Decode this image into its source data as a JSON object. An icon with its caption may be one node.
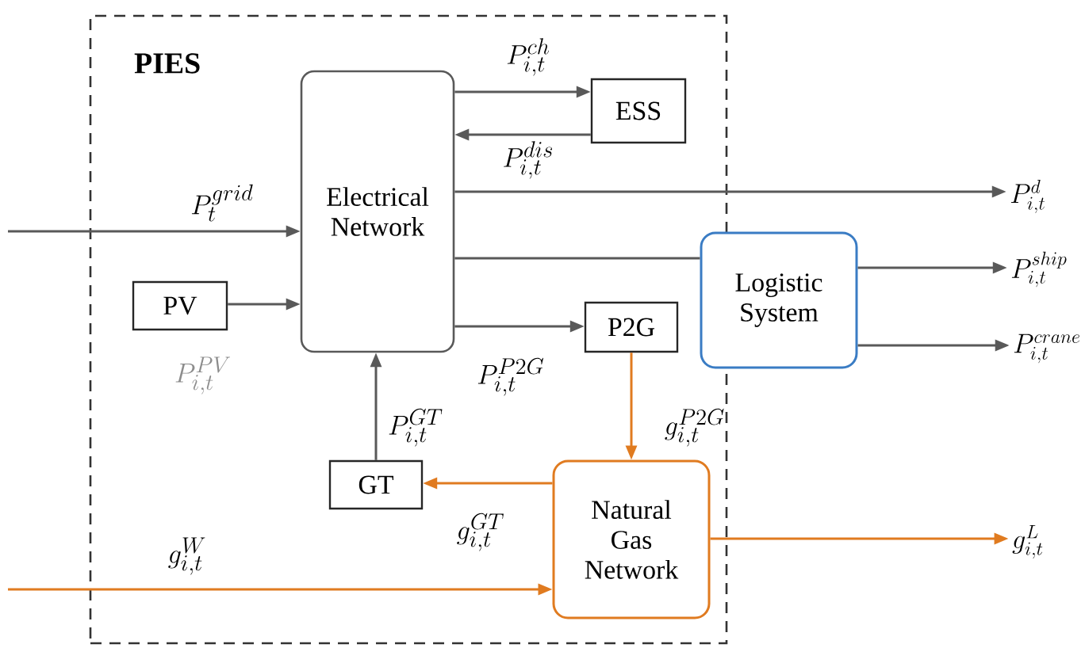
{
  "diagram": {
    "nodes": [
      {
        "text": [
          "PIES"
        ]
      },
      {
        "text": [
          "Electrical Network"
        ],
        "in": 0
      },
      {
        "text": [
          "ESS"
        ],
        "in": 0
      },
      {
        "text": [
          "PV"
        ],
        "in": 0
      },
      {
        "text": [
          "P2G"
        ],
        "in": 0
      },
      {
        "text": [
          "Logistic System"
        ]
      },
      {
        "text": [
          "GT"
        ],
        "in": 0
      },
      {
        "text": [
          "Natural Gas Network"
        ],
        "in": 0
      },
      {
        "text": [
          "P_{i,t}^{d}"
        ]
      },
      {
        "text": [
          "P_{i,t}^{ship}"
        ]
      },
      {
        "text": [
          "P_{i,t}^{crane}"
        ]
      },
      {
        "text": [
          "g_{i,t}^{L}"
        ]
      }
    ],
    "edges": [
      {
        "from": null,
        "to": 1,
        "arrow": "to",
        "label": "P_{t}^{grid}"
      },
      {
        "from": 3,
        "to": 1,
        "arrow": "to",
        "label": "P_{i,t}^{PV}"
      },
      {
        "from": 1,
        "to": 2,
        "arrow": "to",
        "label": "P_{i,t}^{ch}"
      },
      {
        "from": 2,
        "to": 1,
        "arrow": "to",
        "label": "P_{i,t}^{dis}"
      },
      {
        "from": 1,
        "to": 8,
        "arrow": "to"
      },
      {
        "from": 1,
        "to": 5,
        "arrow": "none"
      },
      {
        "from": 1,
        "to": 4,
        "arrow": "to",
        "label": "P_{i,t}^{P2G}"
      },
      {
        "from": 6,
        "to": 1,
        "arrow": "to",
        "label": "P_{i,t}^{GT}"
      },
      {
        "from": 4,
        "to": 7,
        "arrow": "to",
        "label": "g_{i,t}^{P2G}",
        "color": "#e07b20"
      },
      {
        "from": 7,
        "to": 6,
        "arrow": "to",
        "label": "g_{i,t}^{GT}",
        "color": "#e07b20"
      },
      {
        "from": null,
        "to": 7,
        "arrow": "to",
        "label": "g_{i,t}^{W}",
        "color": "#e07b20"
      },
      {
        "from": 5,
        "to": 9,
        "arrow": "to"
      },
      {
        "from": 5,
        "to": 10,
        "arrow": "to"
      },
      {
        "from": 7,
        "to": 11,
        "arrow": "to",
        "color": "#e07b20"
      }
    ]
  }
}
